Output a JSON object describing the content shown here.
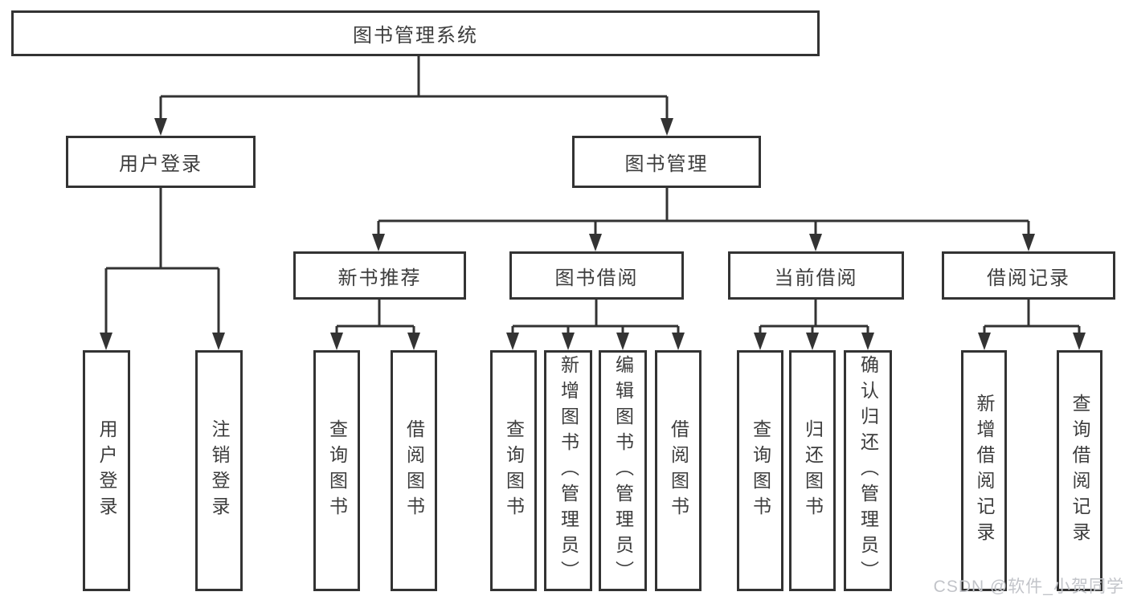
{
  "diagram": {
    "root": {
      "label": "图书管理系统"
    },
    "branches": [
      {
        "label": "用户登录",
        "children": [
          {
            "label": "用户登录"
          },
          {
            "label": "注销登录"
          }
        ]
      },
      {
        "label": "图书管理",
        "children": [
          {
            "label": "新书推荐",
            "children": [
              {
                "label": "查询图书"
              },
              {
                "label": "借阅图书"
              }
            ]
          },
          {
            "label": "图书借阅",
            "children": [
              {
                "label": "查询图书"
              },
              {
                "label": "新增图书（管理员）"
              },
              {
                "label": "编辑图书（管理员）"
              },
              {
                "label": "借阅图书"
              }
            ]
          },
          {
            "label": "当前借阅",
            "children": [
              {
                "label": "查询图书"
              },
              {
                "label": "归还图书"
              },
              {
                "label": "确认归还（管理员）"
              }
            ]
          },
          {
            "label": "借阅记录",
            "children": [
              {
                "label": "新增借阅记录"
              },
              {
                "label": "查询借阅记录"
              }
            ]
          }
        ]
      }
    ],
    "colors": {
      "line": "#333333",
      "box_border": "#333333",
      "text": "#3d3d3d",
      "watermark": "#c2c4c9"
    }
  },
  "watermark": {
    "text": "CSDN @软件_小贺同学"
  }
}
